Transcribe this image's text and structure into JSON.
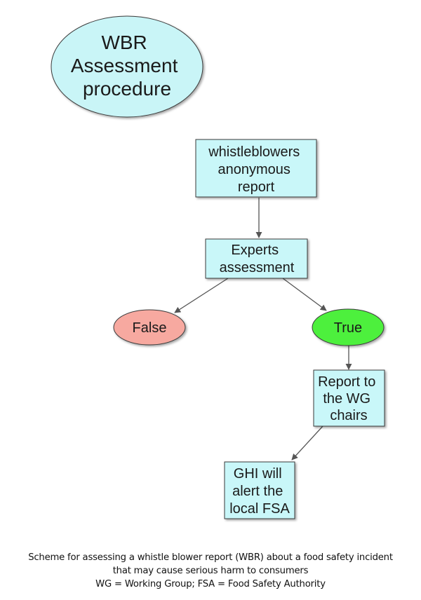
{
  "diagram": {
    "title_node": {
      "lines": [
        "WBR",
        "Assessment",
        "procedure"
      ],
      "fill": "#c9f5f7"
    },
    "nodes": {
      "report": {
        "lines": [
          "whistleblowers",
          "anonymous",
          "report"
        ],
        "fill": "#c9f7f9"
      },
      "experts": {
        "lines": [
          "Experts",
          "assessment"
        ],
        "fill": "#c9f7f9"
      },
      "false": {
        "lines": [
          "False"
        ],
        "fill": "#f7a9a0"
      },
      "true": {
        "lines": [
          "True"
        ],
        "fill": "#4ef03e"
      },
      "wg": {
        "lines": [
          "Report to",
          "the WG",
          "chairs"
        ],
        "fill": "#c9f7f9"
      },
      "ghi": {
        "lines": [
          "GHI will",
          "alert the",
          "local FSA"
        ],
        "fill": "#c9f7f9"
      }
    },
    "edges": [
      {
        "from": "report",
        "to": "experts"
      },
      {
        "from": "experts",
        "to": "false"
      },
      {
        "from": "experts",
        "to": "true"
      },
      {
        "from": "true",
        "to": "wg"
      },
      {
        "from": "wg",
        "to": "ghi"
      }
    ],
    "edge_color": "#555555"
  },
  "caption": {
    "line1": "Scheme for assessing a whistle blower report (WBR) about a food safety incident",
    "line2": "that may cause serious harm to consumers",
    "line3": "WG = Working Group; FSA = Food Safety Authority"
  }
}
